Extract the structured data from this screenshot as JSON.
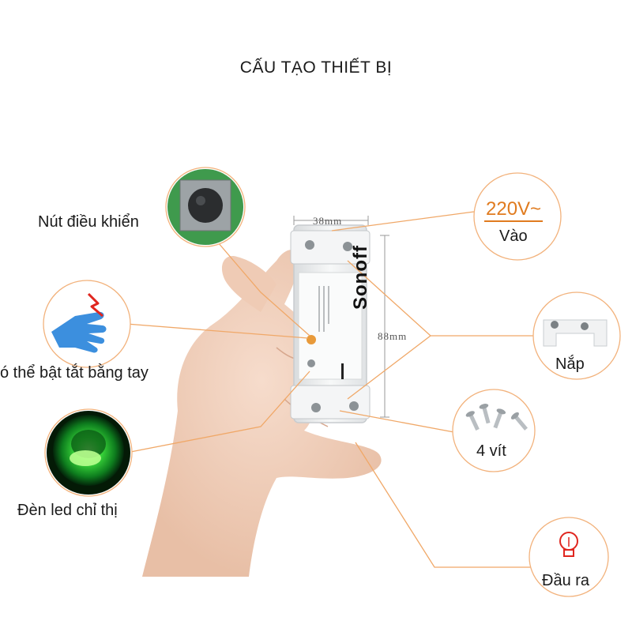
{
  "title": "CẤU TẠO THIẾT BỊ",
  "brand": "Sonoff",
  "dimensions": {
    "width": "38mm",
    "height": "88mm"
  },
  "callouts": {
    "button": "Nút điều khiển",
    "manual": "ó thể bật tắt bằng tay",
    "led": "Đèn led chỉ thị",
    "input_voltage": "220V~",
    "input": "Vào",
    "cover": "Nắp",
    "screws": "4 vít",
    "output": "Đầu ra"
  },
  "colors": {
    "leader": "#f0a868",
    "circle": "#f2b27c",
    "accent": "#e07b1f",
    "device": "#eef0f1"
  },
  "icons": [
    "push-button-icon",
    "hand-touch-icon",
    "green-led-icon",
    "cover-plate-icon",
    "screws-icon",
    "light-bulb-icon"
  ]
}
